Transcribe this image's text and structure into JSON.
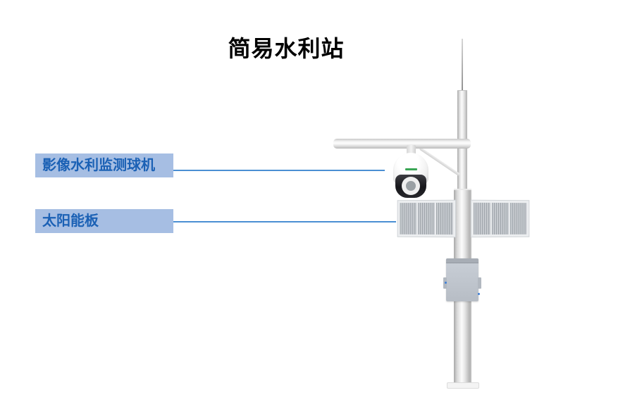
{
  "title": "简易水利站",
  "callouts": [
    {
      "label": "影像水利监测球机",
      "points_to": "ptz-dome-camera"
    },
    {
      "label": "太阳能板",
      "points_to": "solar-panel"
    }
  ],
  "components": {
    "antenna": "antenna-rod",
    "camera": "ptz-dome-camera",
    "camera_arm": "camera-arm",
    "brace": "diagonal-brace",
    "solar_left": "solar-panel-left",
    "solar_right": "solar-panel-right",
    "equipment_box": "equipment-box",
    "pole": "main-pole",
    "base": "base-plate"
  },
  "colors": {
    "title_text": "#000000",
    "callout_bg": "#a6bee3",
    "callout_text": "#1b61b5",
    "connector_line": "#4a8fd3",
    "camera_logo_green": "#3aa655",
    "pole_gray": "#d8d8d8",
    "panel_cell_gray": "#b8bcc1",
    "equipment_box_gray": "#bfc5cd"
  }
}
